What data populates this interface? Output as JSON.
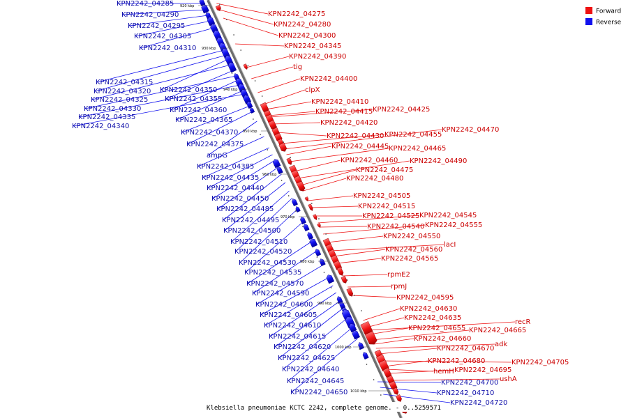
{
  "legend": {
    "forward_label": "Forward",
    "reverse_label": "Reverse",
    "forward_color": "#ee1111",
    "reverse_color": "#1111ee"
  },
  "caption": "Klebsiella pneumoniae KCTC 2242, complete genome. - 0..5259571",
  "genome_range": [
    0,
    5259571
  ],
  "ticks": [
    "920 kbp",
    "930 kbp",
    "940 kbp",
    "950 kbp",
    "960 kbp",
    "970 kbp",
    "980 kbp",
    "990 kbp",
    "1000 kbp",
    "1010 kbp"
  ],
  "forward_genes": [
    "KPN2242_04275",
    "KPN2242_04280",
    "KPN2242_04300",
    "KPN2242_04345",
    "KPN2242_04390",
    "tig",
    "KPN2242_04400",
    "clpX",
    "KPN2242_04410",
    "KPN2242_04415",
    "KPN2242_04425",
    "KPN2242_04420",
    "KPN2242_04430",
    "KPN2242_04455",
    "KPN2242_04470",
    "KPN2242_04445",
    "KPN2242_04465",
    "KPN2242_04460",
    "KPN2242_04490",
    "KPN2242_04475",
    "KPN2242_04480",
    "KPN2242_04505",
    "KPN2242_04515",
    "KPN2242_04525",
    "KPN2242_04545",
    "KPN2242_04540",
    "KPN2242_04555",
    "KPN2242_04550",
    "lacI",
    "KPN2242_04560",
    "KPN2242_04565",
    "rpmE2",
    "rpmJ",
    "KPN2242_04595",
    "KPN2242_04630",
    "KPN2242_04635",
    "recR",
    "KPN2242_04655",
    "KPN2242_04665",
    "KPN2242_04660",
    "adk",
    "KPN2242_04670",
    "KPN2242_04705",
    "KPN2242_04680",
    "hemH",
    "KPN2242_04695",
    "ushA"
  ],
  "reverse_genes": [
    "KPN2242_04285",
    "KPN2242_04290",
    "KPN2242_04295",
    "KPN2242_04305",
    "KPN2242_04310",
    "KPN2242_04315",
    "KPN2242_04320",
    "KPN2242_04350",
    "KPN2242_04325",
    "KPN2242_04355",
    "KPN2242_04330",
    "KPN2242_04360",
    "KPN2242_04335",
    "KPN2242_04365",
    "KPN2242_04340",
    "KPN2242_04370",
    "KPN2242_04375",
    "ampG",
    "KPN2242_04385",
    "KPN2242_04435",
    "KPN2242_04440",
    "KPN2242_04450",
    "KPN2242_04485",
    "KPN2242_04495",
    "KPN2242_04500",
    "KPN2242_04510",
    "KPN2242_04520",
    "KPN2242_04530",
    "KPN2242_04535",
    "KPN2242_04570",
    "KPN2242_04590",
    "KPN2242_04600",
    "KPN2242_04605",
    "KPN2242_04610",
    "KPN2242_04615",
    "KPN2242_04620",
    "KPN2242_04625",
    "KPN2242_04640",
    "KPN2242_04645",
    "KPN2242_04650",
    "KPN2242_04700",
    "KPN2242_04710",
    "KPN2242_04720"
  ]
}
